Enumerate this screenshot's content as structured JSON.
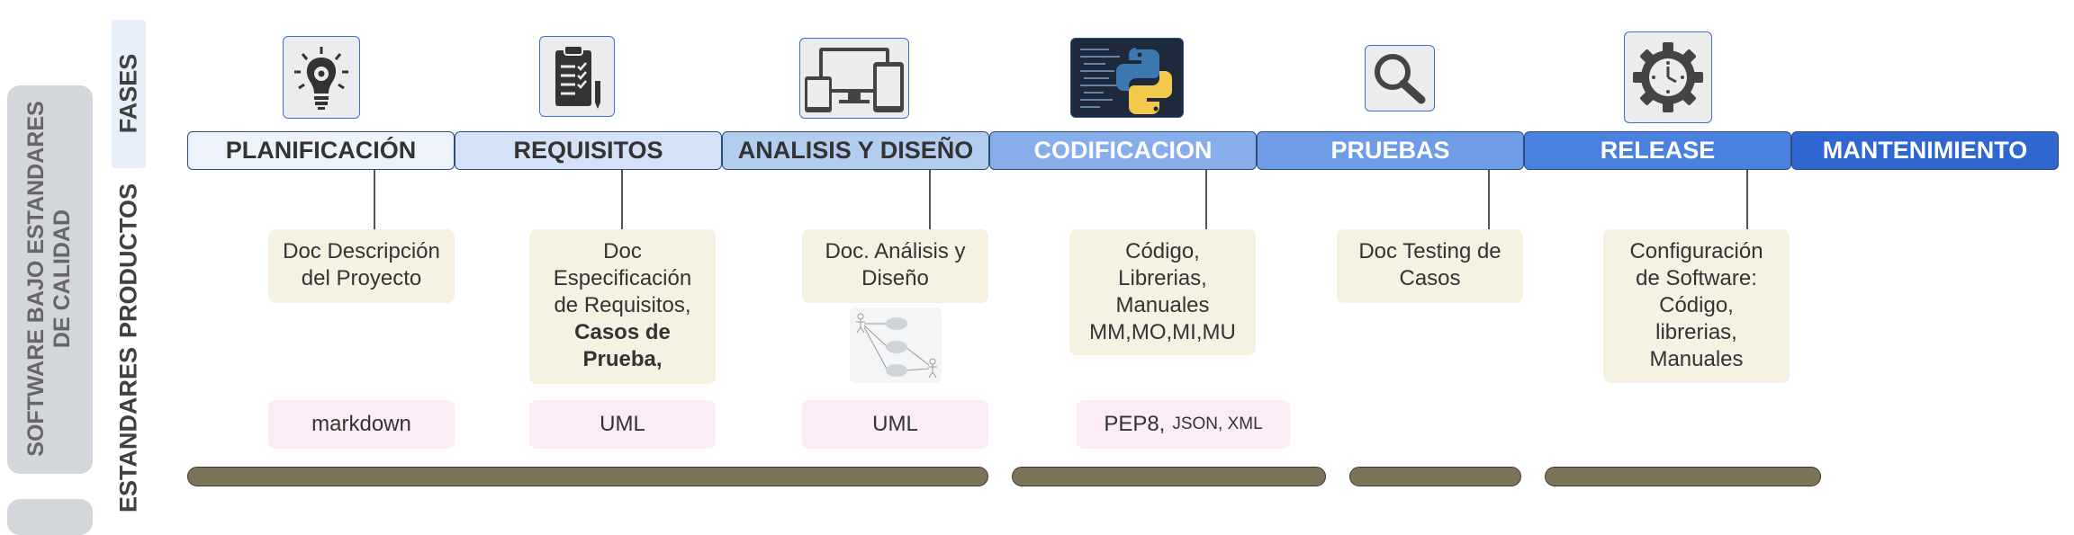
{
  "side_title_line1": "SOFTWARE BAJO ESTANDARES",
  "side_title_line2": "DE CALIDAD",
  "row_labels": {
    "fases": "FASES",
    "productos": "PRODUCTOS",
    "estandares": "ESTANDARES"
  },
  "phases": [
    {
      "label": "PLANIFICACIÓN",
      "icon": "lightbulb-gear-icon",
      "bg": "#eef3fb",
      "color": "#333333"
    },
    {
      "label": "REQUISITOS",
      "icon": "clipboard-checklist-icon",
      "bg": "#d3e2f6",
      "color": "#333333"
    },
    {
      "label": "ANALISIS Y DISEÑO",
      "icon": "devices-icon",
      "bg": "#b3cdef",
      "color": "#333333"
    },
    {
      "label": "CODIFICACION",
      "icon": "python-code-icon",
      "bg": "#87aeea",
      "color": "#ffffff"
    },
    {
      "label": "PRUEBAS",
      "icon": "magnifier-icon",
      "bg": "#6e9ce6",
      "color": "#ffffff"
    },
    {
      "label": "RELEASE",
      "icon": "gear-clock-icon",
      "bg": "#4a80de",
      "color": "#ffffff"
    },
    {
      "label": "MANTENIMIENTO",
      "icon": "",
      "bg": "#2f66cf",
      "color": "#ffffff"
    }
  ],
  "products": {
    "p1": [
      "Doc Descripción",
      "del Proyecto"
    ],
    "p2": [
      "Doc",
      "Especificación",
      "de Requisitos,"
    ],
    "p2_bold": [
      "Casos de",
      "Prueba,"
    ],
    "p3": [
      "Doc. Análisis y",
      "Diseño"
    ],
    "p4": [
      "Código,",
      "Librerias,",
      "Manuales",
      "MM,MO,MI,MU"
    ],
    "p5": [
      "Doc Testing de",
      "Casos"
    ],
    "p6": [
      "Configuración",
      "de Software:",
      "Código,",
      "librerias,",
      "Manuales"
    ]
  },
  "standards": {
    "s1": "markdown",
    "s2": "UML",
    "s3": "UML",
    "s4_main": "PEP8,",
    "s4_small": "JSON, XML"
  }
}
